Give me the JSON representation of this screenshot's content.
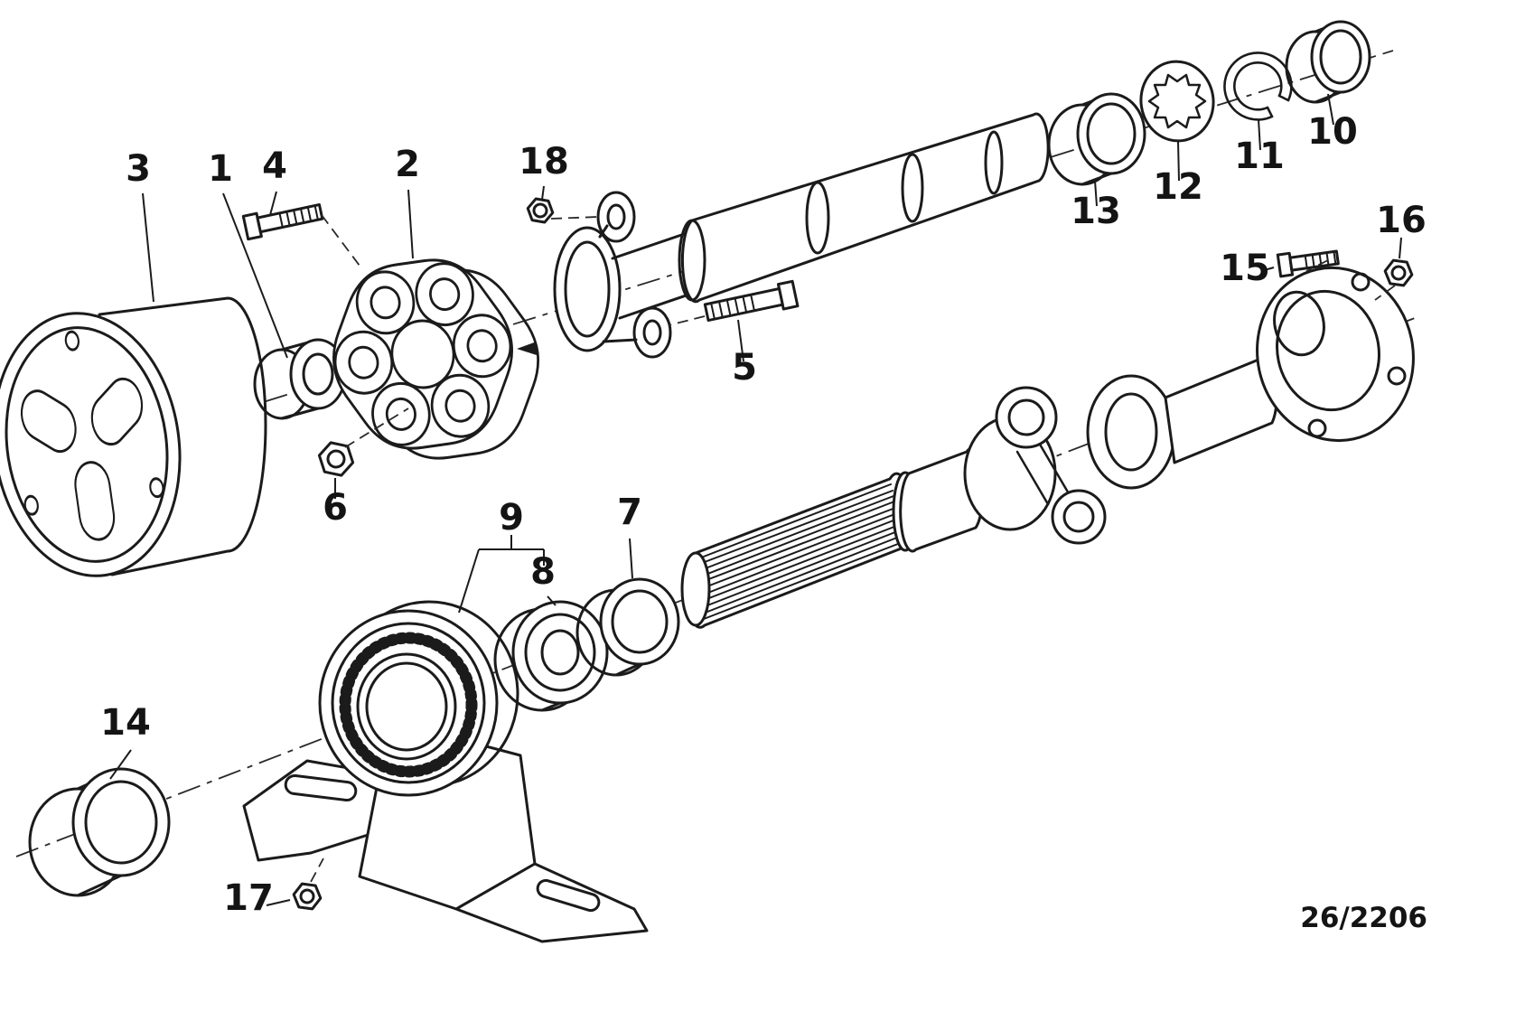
{
  "diagram": {
    "reference": "26/2206",
    "parts": [
      {
        "number": "1"
      },
      {
        "number": "2"
      },
      {
        "number": "3"
      },
      {
        "number": "4"
      },
      {
        "number": "5"
      },
      {
        "number": "6"
      },
      {
        "number": "7"
      },
      {
        "number": "8"
      },
      {
        "number": "9"
      },
      {
        "number": "10"
      },
      {
        "number": "11"
      },
      {
        "number": "12"
      },
      {
        "number": "13"
      },
      {
        "number": "14"
      },
      {
        "number": "15"
      },
      {
        "number": "16"
      },
      {
        "number": "17"
      },
      {
        "number": "18"
      }
    ]
  }
}
